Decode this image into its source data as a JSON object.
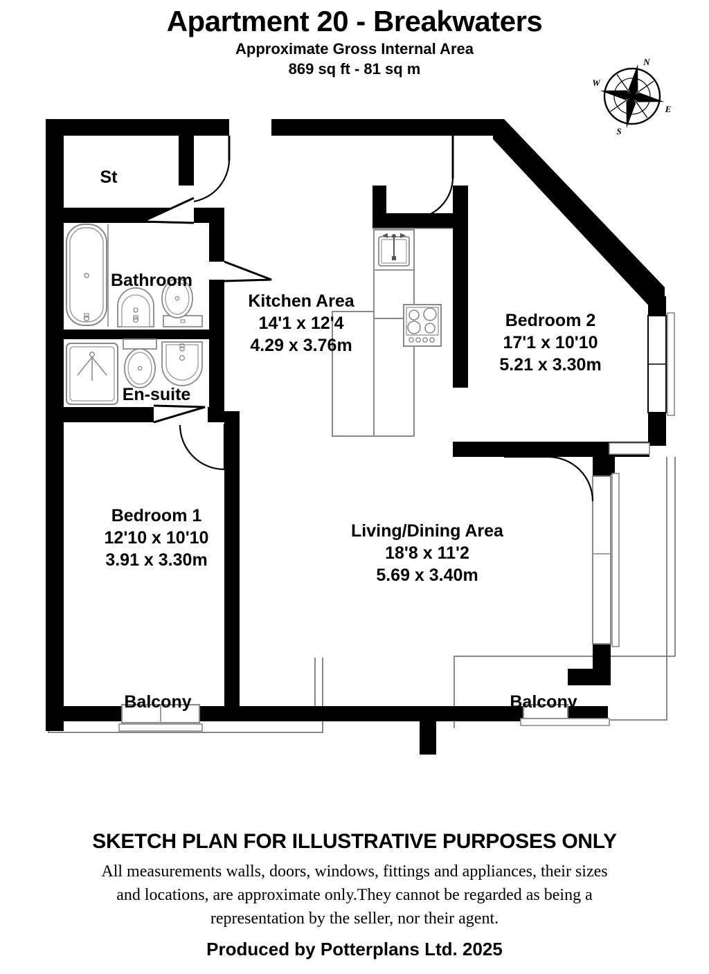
{
  "header": {
    "title": "Apartment 20 - Breakwaters",
    "subtitle_line1": "Approximate Gross Internal Area",
    "subtitle_line2": "869 sq ft - 81 sq m"
  },
  "compass": {
    "north": "N",
    "east": "E",
    "south": "S",
    "west": "W"
  },
  "rooms": [
    {
      "name": "St",
      "imperial": "",
      "metric": ""
    },
    {
      "name": "Bathroom",
      "imperial": "",
      "metric": ""
    },
    {
      "name": "En-suite",
      "imperial": "",
      "metric": ""
    },
    {
      "name": "Kitchen Area",
      "imperial": "14'1 x 12'4",
      "metric": "4.29 x 3.76m"
    },
    {
      "name": "Bedroom 2",
      "imperial": "17'1 x 10'10",
      "metric": "5.21 x 3.30m"
    },
    {
      "name": "Bedroom 1",
      "imperial": "12'10 x 10'10",
      "metric": "3.91 x 3.30m"
    },
    {
      "name": "Living/Dining Area",
      "imperial": "18'8 x 11'2",
      "metric": "5.69 x 3.40m"
    },
    {
      "name": "Balcony",
      "imperial": "",
      "metric": ""
    },
    {
      "name": "Balcony",
      "imperial": "",
      "metric": ""
    }
  ],
  "footer": {
    "heading": "SKETCH PLAN FOR ILLUSTRATIVE PURPOSES ONLY",
    "disclaimer_line1": "All measurements walls, doors, windows, fittings and appliances, their sizes",
    "disclaimer_line2": "and locations, are approximate only.They cannot be regarded as being a",
    "disclaimer_line3": "representation by the seller, nor their agent.",
    "producer": "Produced by Potterplans Ltd. 2025"
  },
  "colors": {
    "wall": "#000000",
    "fixture_stroke": "#777777",
    "background": "#ffffff"
  },
  "fixtures": [
    "bathtub",
    "washbasin",
    "toilet",
    "shower-tray",
    "kitchen-sink",
    "hob"
  ]
}
